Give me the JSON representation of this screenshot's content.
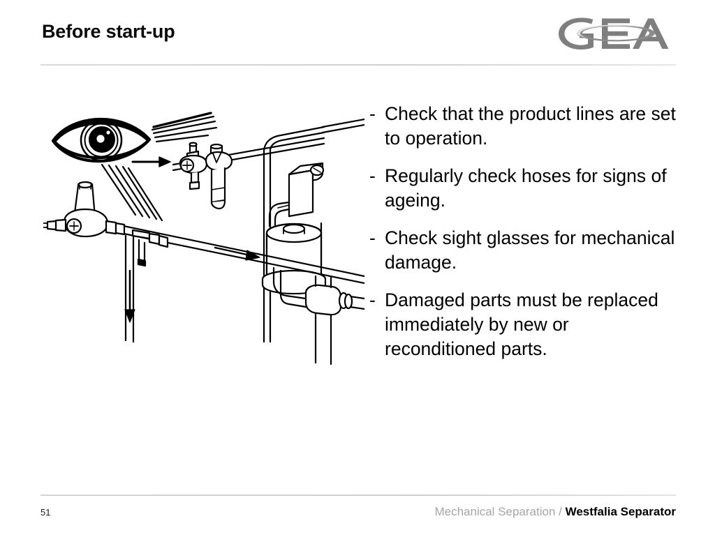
{
  "header": {
    "title": "Before start-up",
    "logo_alt": "GEA",
    "logo_color": "#7f7f7f"
  },
  "illustration": {
    "name": "piping-inspection-diagram",
    "alt": "Line drawing of an eye inspecting a product pipeline with valves, filters and a sight glass",
    "line_color": "#000000"
  },
  "bullets": [
    {
      "dash": "-",
      "text": "Check that the product lines are set to operation."
    },
    {
      "dash": "-",
      "text": "Regularly check hoses for signs of ageing."
    },
    {
      "dash": "-",
      "text": "Check sight glasses for mechanical damage."
    },
    {
      "dash": "-",
      "text": "Damaged parts must be replaced immediately by new or reconditioned parts."
    }
  ],
  "footer": {
    "page_number": "51",
    "department": "Mechanical Separation / ",
    "brand": "Westfalia Separator"
  }
}
